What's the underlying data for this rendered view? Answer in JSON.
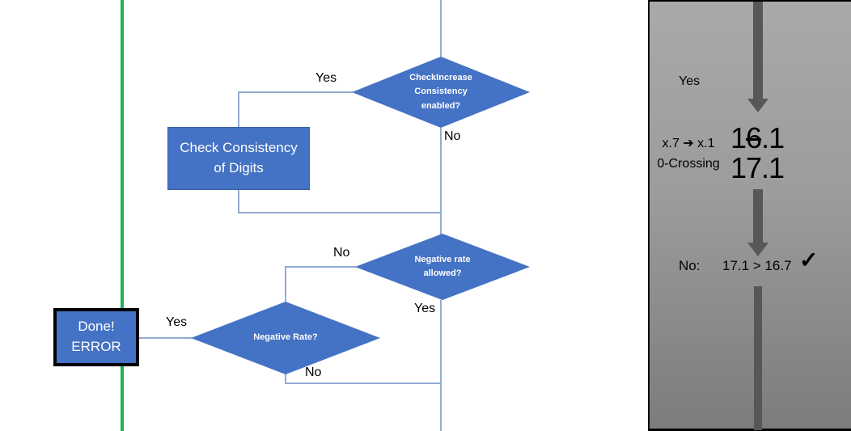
{
  "flowchart": {
    "decision_check_increase": {
      "label": "CheckIncrease\nConsistency\nenabled?"
    },
    "process_check_digits": {
      "label": "Check Consistency\nof Digits"
    },
    "decision_negative_rate_allowed": {
      "label": "Negative rate\nallowed?"
    },
    "decision_negative_rate": {
      "label": "Negative Rate?"
    },
    "done_error_box": {
      "label": "Done!\nERROR"
    },
    "labels": {
      "yes_top": "Yes",
      "no_top": "No",
      "no_mid": "No",
      "yes_mid": "Yes",
      "yes_bottom": "Yes",
      "no_bottom": "No"
    }
  },
  "panel": {
    "yes_label": "Yes",
    "rule_text": "x.7 ➔ x.1\n0-Crossing",
    "value_old": {
      "prefix": "1",
      "struck": "6",
      "suffix": ".1"
    },
    "value_new": "17.1",
    "result_no": "No:",
    "result_comparison": "17.1 > 16.7",
    "result_check": "✓"
  },
  "colors": {
    "shape_blue": "#4472c4",
    "shape_border_blue": "#3a5fa8",
    "connector_blue": "#93abd3",
    "guide_green": "#1db35d",
    "arrow_gray": "#575757",
    "panel_gray_top": "#a9a9a9",
    "panel_gray_bottom": "#7c7c7c"
  }
}
